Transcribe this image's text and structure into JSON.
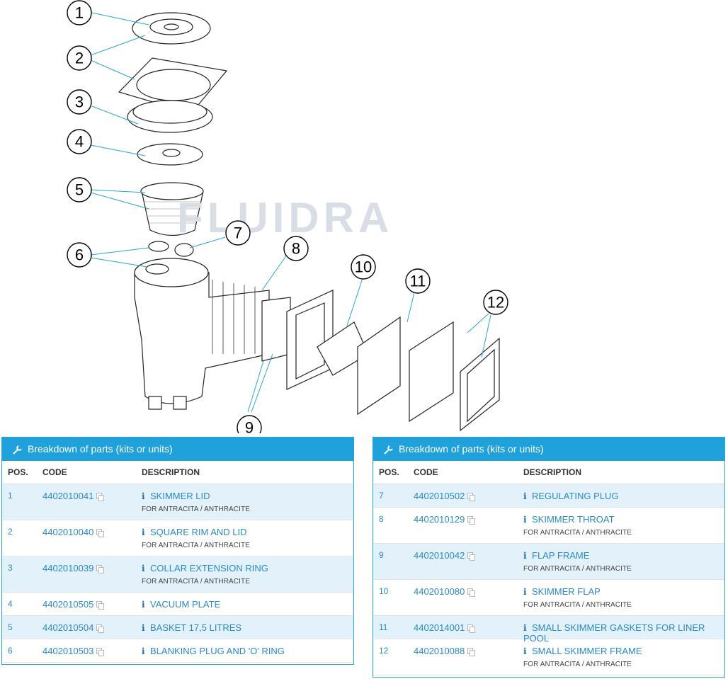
{
  "watermark": "FLUIDRA",
  "callouts": [
    "1",
    "2",
    "3",
    "4",
    "5",
    "6",
    "7",
    "8",
    "9",
    "10",
    "11",
    "12"
  ],
  "left_panel": {
    "title": "Breakdown of parts (kits or units)",
    "columns": {
      "pos": "POS.",
      "code": "CODE",
      "description": "DESCRIPTION"
    },
    "rows": [
      {
        "pos": "1",
        "code": "4402010041",
        "desc": "SKIMMER LID",
        "note": "FOR ANTRACITA / ANTHRACITE"
      },
      {
        "pos": "2",
        "code": "4402010040",
        "desc": "SQUARE RIM AND LID",
        "note": "FOR ANTRACITA / ANTHRACITE"
      },
      {
        "pos": "3",
        "code": "4402010039",
        "desc": "COLLAR EXTENSION RING",
        "note": "FOR ANTRACITA / ANTHRACITE"
      },
      {
        "pos": "4",
        "code": "4402010505",
        "desc": "VACUUM PLATE",
        "note": ""
      },
      {
        "pos": "5",
        "code": "4402010504",
        "desc": "BASKET 17,5 LITRES",
        "note": ""
      },
      {
        "pos": "6",
        "code": "4402010503",
        "desc": "BLANKING PLUG AND 'O' RING",
        "note": ""
      }
    ]
  },
  "right_panel": {
    "title": "Breakdown of parts (kits or units)",
    "columns": {
      "pos": "POS.",
      "code": "CODE",
      "description": "DESCRIPTION"
    },
    "rows": [
      {
        "pos": "7",
        "code": "4402010502",
        "desc": "REGULATING PLUG",
        "note": ""
      },
      {
        "pos": "8",
        "code": "4402010129",
        "desc": "SKIMMER THROAT",
        "note": "FOR ANTRACITA / ANTHRACITE"
      },
      {
        "pos": "9",
        "code": "4402010042",
        "desc": "FLAP FRAME",
        "note": "FOR ANTRACITA / ANTHRACITE"
      },
      {
        "pos": "10",
        "code": "4402010080",
        "desc": "SKIMMER FLAP",
        "note": "FOR ANTRACITA / ANTHRACITE"
      },
      {
        "pos": "11",
        "code": "4402014001",
        "desc": "SMALL SKIMMER GASKETS FOR LINER POOL",
        "note": ""
      },
      {
        "pos": "12",
        "code": "4402010088",
        "desc": "SMALL SKIMMER FRAME",
        "note": "FOR ANTRACITA / ANTHRACITE"
      }
    ]
  },
  "colors": {
    "header_bg": "#1fa2dc",
    "row_alt": "#e3f1fb",
    "link": "#2a8ac6"
  }
}
